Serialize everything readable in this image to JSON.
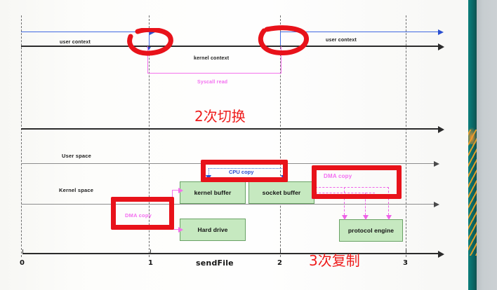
{
  "slide": {
    "title_region": "sendFile zero-copy data path diagram",
    "top_timeline": {
      "user_context_left_label": "user context",
      "user_context_right_label": "user context",
      "kernel_context_label": "kernel context",
      "syscall_label": "Syscall read"
    },
    "memory_region": {
      "user_space_label": "User space",
      "kernel_space_label": "Kernel  space",
      "boxes": [
        {
          "label": "kernel buffer"
        },
        {
          "label": "socket buffer"
        },
        {
          "label": "Hard drive"
        },
        {
          "label": "protocol engine"
        }
      ],
      "copies": [
        {
          "label": "CPU copy",
          "kind": "cpu"
        },
        {
          "label": "DMA copy",
          "kind": "dma-left"
        },
        {
          "label": "DMA copy",
          "kind": "dma-right"
        }
      ]
    },
    "axis": {
      "name": "sendFile",
      "ticks": [
        "0",
        "1",
        "2",
        "3"
      ]
    },
    "annotations": {
      "switches": "2次切换",
      "copies": "3次复制"
    },
    "colors": {
      "red_pen": "#ee1c1c",
      "blue_line": "#4169e1",
      "magenta": "#f36ef0",
      "green_box": "#c6e9c0",
      "teal_strip": "#0d7f7c"
    }
  }
}
